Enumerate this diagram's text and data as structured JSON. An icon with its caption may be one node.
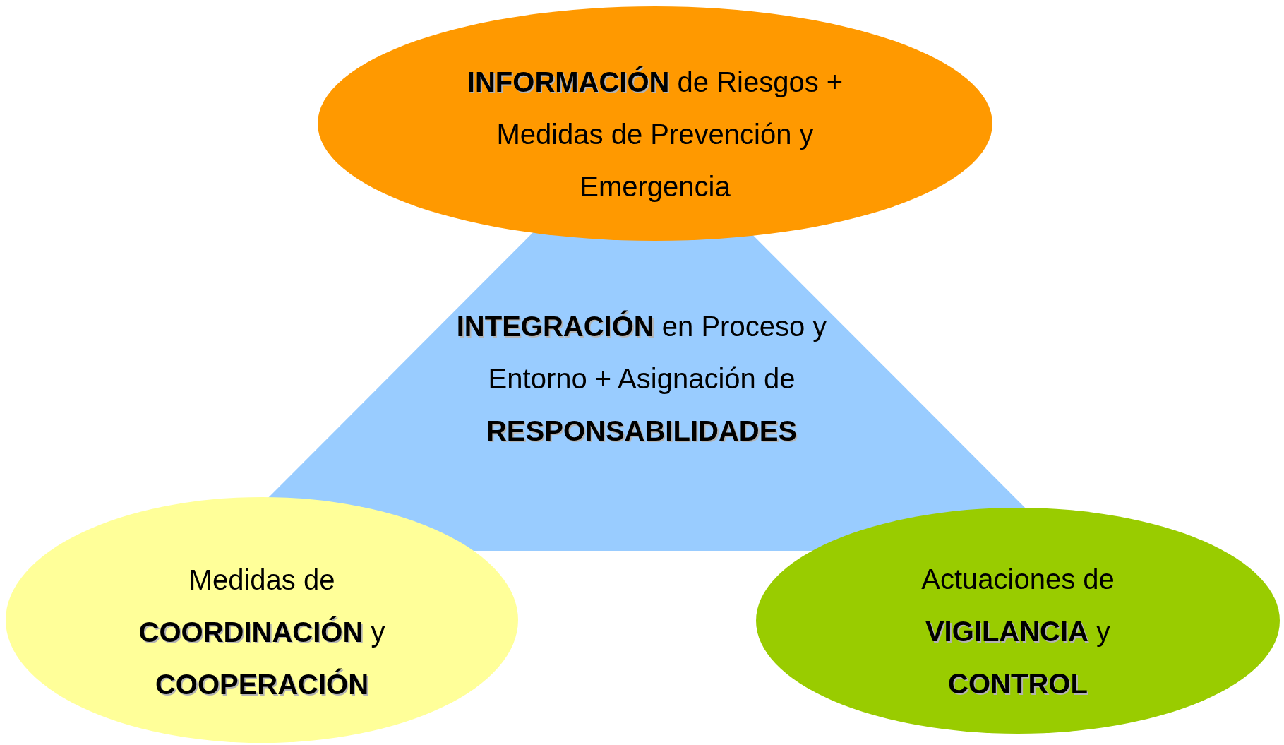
{
  "diagram": {
    "nodes": [
      {
        "text": [
          "**INFORMACIÓN** de Riesgos + Medidas de Prevención y Emergencia"
        ]
      },
      {
        "text": [
          "**INTEGRACIÓN** en Proceso y Entorno + Asignación de **RESPONSABILIDADES**"
        ]
      },
      {
        "text": [
          "Medidas de **COORDINACIÓN** y **COOPERACIÓN**"
        ]
      },
      {
        "text": [
          "Actuaciones de **VIGILANCIA** y **CONTROL**"
        ]
      }
    ]
  }
}
